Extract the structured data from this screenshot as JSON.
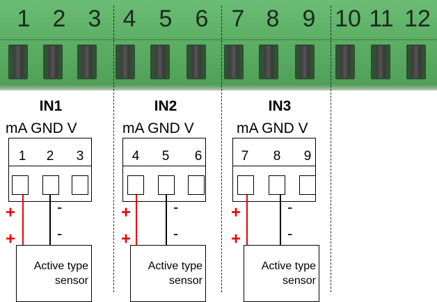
{
  "terminal_block": {
    "pin_numbers": [
      "1",
      "2",
      "3",
      "4",
      "5",
      "6",
      "7",
      "8",
      "9",
      "10",
      "11",
      "12"
    ]
  },
  "inputs": [
    {
      "title": "IN1",
      "signal_labels": "mA GND V",
      "pins": [
        "1",
        "2",
        "3"
      ],
      "plus_sign": "+",
      "minus_sign": "-",
      "sensor_line1": "Active type",
      "sensor_line2": "sensor"
    },
    {
      "title": "IN2",
      "signal_labels": "mA GND V",
      "pins": [
        "4",
        "5",
        "6"
      ],
      "plus_sign": "+",
      "minus_sign": "-",
      "sensor_line1": "Active type",
      "sensor_line2": "sensor"
    },
    {
      "title": "IN3",
      "signal_labels": "mA GND V",
      "pins": [
        "7",
        "8",
        "9"
      ],
      "plus_sign": "+",
      "minus_sign": "-",
      "sensor_line1": "Active type",
      "sensor_line2": "sensor"
    }
  ],
  "colors": {
    "terminal_green": "#5eb067",
    "positive_wire": "#ee0000",
    "negative_wire": "#000000"
  }
}
